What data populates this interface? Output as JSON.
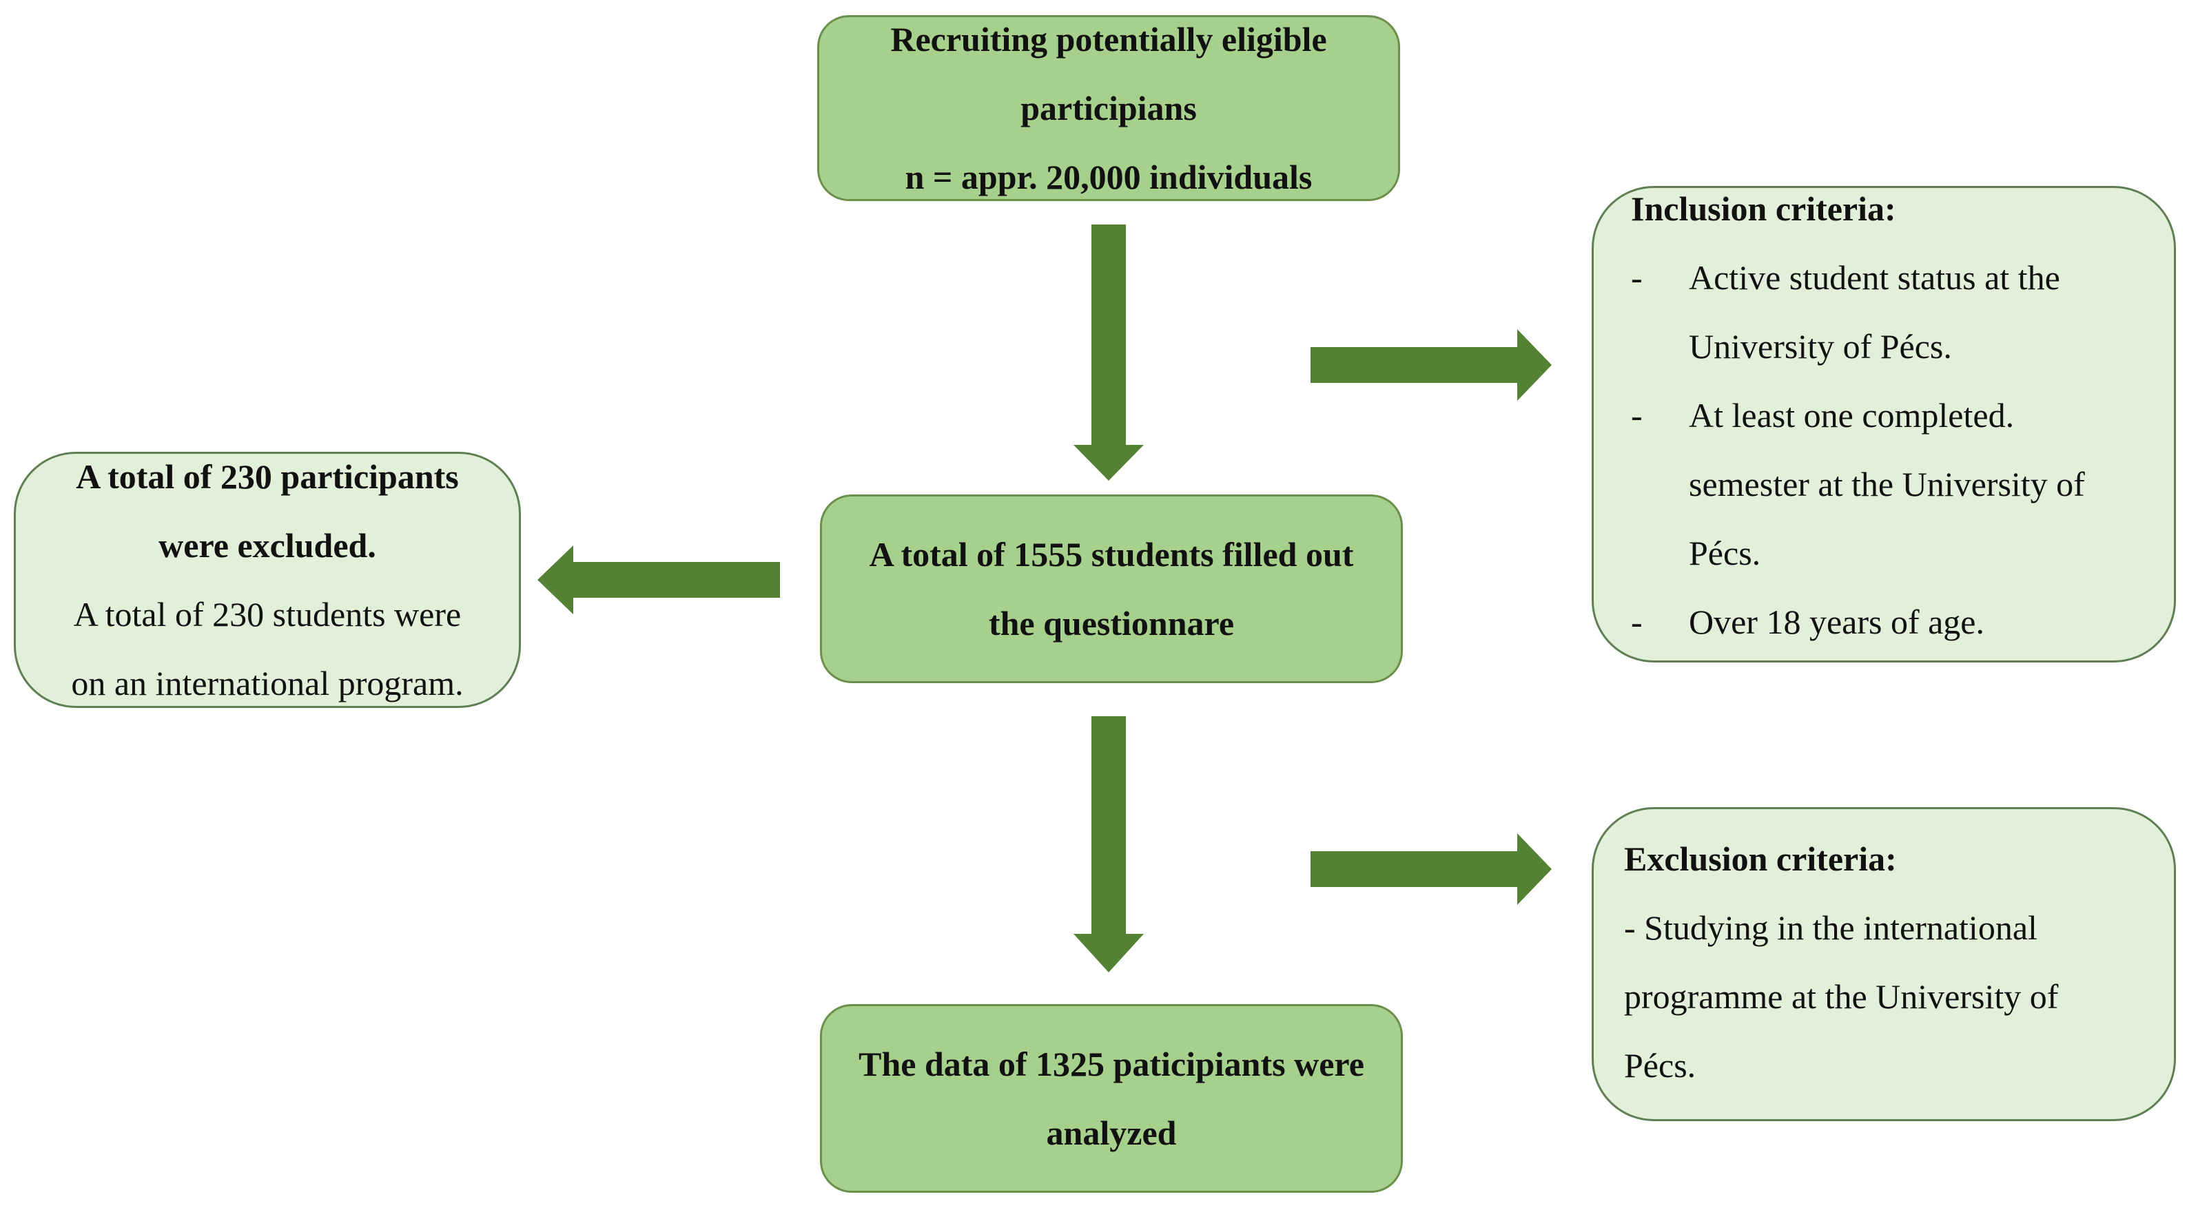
{
  "flowchart": {
    "recruiting": {
      "line1": "Recruiting potentially eligible",
      "line2": "participians",
      "line3": "n = appr. 20,000 individuals"
    },
    "filled_out": {
      "line1": "A total of 1555 students filled out",
      "line2": "the questionnare"
    },
    "analyzed": {
      "line1": "The data of 1325 paticipiants were",
      "line2": "analyzed"
    },
    "excluded": {
      "bold_line1": "A total of 230 participants",
      "bold_line2": "were excluded.",
      "line3": "A total of 230 students were",
      "line4": "on an international  program."
    },
    "inclusion": {
      "heading": "Inclusion criteria:",
      "bullet": "-",
      "items": [
        {
          "lines": [
            "Active student status at the",
            "University  of Pécs."
          ]
        },
        {
          "lines": [
            "At least one completed.",
            "semester at the University  of",
            "Pécs."
          ]
        },
        {
          "lines": [
            "Over 18 years of age."
          ]
        }
      ]
    },
    "exclusion": {
      "heading": "Exclusion criteria:",
      "line1": "- Studying in the international",
      "line2": "programme at the University  of",
      "line3": "Pécs."
    }
  },
  "colors": {
    "dark_box_fill": "#a8d08d",
    "light_box_fill": "#e2efd9",
    "arrow": "#548235"
  }
}
